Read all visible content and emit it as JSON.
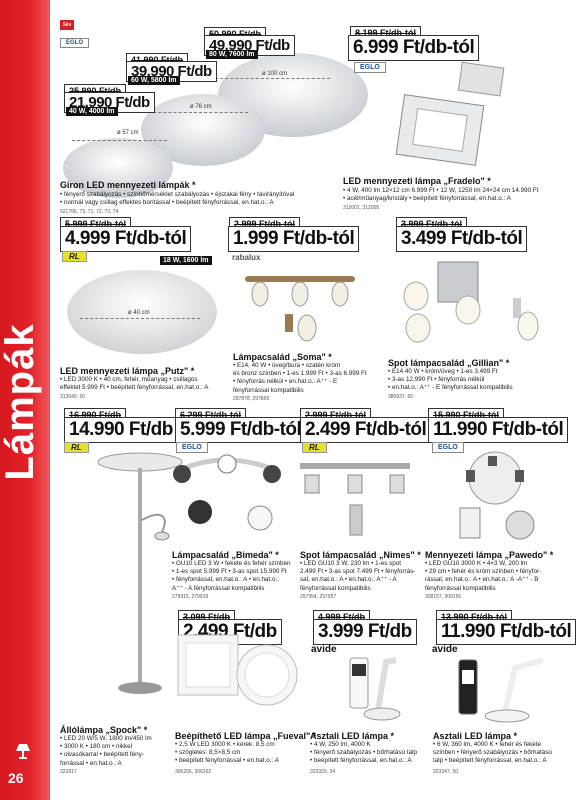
{
  "page": {
    "category": "Lámpák",
    "page_number": "26"
  },
  "badges": {
    "led_label": "5év"
  },
  "products": {
    "giron": {
      "title": "Giron LED mennyezeti lámpák *",
      "desc1": "• fényerő szabályozás • színhőmérséklet szabályozás • éjszakai fény • távirányítóval",
      "desc2": "• normál vagy csillag effektes borítással • beépített fényforrással, en.hat.o.: A",
      "code": "921766, 73, 71, 72, 73, 74",
      "brand": "EGLO",
      "variants": [
        {
          "old": "25.990 Ft/db",
          "new": "21.990 Ft/db",
          "spec": "40 W, 4000 lm",
          "dim": "ø 57 cm"
        },
        {
          "old": "41.990 Ft/db",
          "new": "39.990 Ft/db",
          "spec": "60 W, 5800 lm",
          "dim": "ø 76 cm"
        },
        {
          "old": "50.990 Ft/db",
          "new": "49.990 Ft/db",
          "spec": "80 W, 7600 lm",
          "dim": "ø 100 cm"
        }
      ]
    },
    "fradelo": {
      "old": "8.199 Ft/db-tól",
      "new": "6.999 Ft/db-tól",
      "brand": "EGLO",
      "title": "LED mennyezeti lámpa „Fradelo\" *",
      "desc1": "• 4 W, 400 lm 12×12 cm 6.999 Ft • 12 W, 1250 lm 24×24 cm 14.990 Ft",
      "desc2": "• acél/műanyag/kristály • beépített fényforrással, en.hat.o.: A",
      "code": "312001, 312005"
    },
    "putz": {
      "old": "5.999 Ft/db-tól",
      "new": "4.999 Ft/db-tól",
      "brand": "RL",
      "spec": "18 W, 1600 lm",
      "dim": "ø 40 cm",
      "title": "LED mennyezeti lámpa „Putz\" *",
      "desc1": "• LED 3000 K • 40 cm, fehér, műanyag • csillagos",
      "desc2": "effektel 5.999 Ft • beépített fényforrással, en.hat.o.: A",
      "code": "313049, 50"
    },
    "soma": {
      "old": "2.999 Ft/db-tól",
      "new": "1.999 Ft/db-tól",
      "brand": "rabalux",
      "title": "Lámpacsalád „Soma\" *",
      "desc1": "• E14, 40 W • üveg/bura • szatén króm",
      "desc2": "és bronz színben • 1-es 1.999 Ft • 3-as 6.999 Ft",
      "desc3": "• fényforrás nélkül • en.hat.o.: A⁺⁺ - E",
      "desc4": "fényforrással kompatibilis",
      "code": "297878, 297869"
    },
    "gillian": {
      "old": "3.999 Ft/db-tól",
      "new": "3.499 Ft/db-tól",
      "title": "Spot lámpacsalád „Gillian\" *",
      "desc1": "• E14 40 W • króm/üveg • 1-es 3.499 Ft",
      "desc2": "• 3-as 12.990 Ft • fényforrás nélkül",
      "desc3": "• en.hat.o.: A⁺⁺ - E fényforrással kompatibilis",
      "code": "380937, 65"
    },
    "spock": {
      "old": "16.990 Ft/db",
      "new": "14.990 Ft/db",
      "brand": "RL",
      "title": "Állólámpa „Spock\" *",
      "desc1": "• LED 20 W/5 W, 1800 lm/450 lm",
      "desc2": "• 3000 K • 180 cm • nikkel",
      "desc3": "• olvasókarral • beépített fény-",
      "desc4": "forrással • en.hat.o.: A",
      "code": "322817"
    },
    "bimeda": {
      "old": "6.299 Ft/db-tól",
      "new": "5.999 Ft/db-tól",
      "brand": "EGLO",
      "title": "Lámpacsalád „Bimeda\" *",
      "desc1": "• GU10 LED 3 W • fekete és fehér színben",
      "desc2": "• 1-es spot 5.999 Ft • 3-as spot 15.990 Ft",
      "desc3": "• fényforrással, en.hat.o.: A • en.hat.o.:",
      "desc4": "A⁺⁺ - A fényforrással kompatibilis",
      "code": "279915, 279918"
    },
    "nimes": {
      "old": "2.999 Ft/db-tól",
      "new": "2.499 Ft/db-tól",
      "brand": "RL",
      "title": "Spot lámpacsalád „Nimes\" *",
      "desc1": "• LED GU10 3 W, 230 lm • 1-es spot",
      "desc2": "2.499 Ft • 3-as spot 7.499 Ft • fényforrás-",
      "desc3": "sal, en.hat.o.: A • en.hat.o.: A⁺⁺ - A",
      "desc4": "fényforrással kompatibilis",
      "code": "297954, 297957"
    },
    "pawedo": {
      "old": "15.990 Ft/db-tól",
      "new": "11.990 Ft/db-tól",
      "brand": "EGLO",
      "title": "Mennyezeti lámpa „Pawedo\" *",
      "desc1": "• LED GU10 3000 K • 4×3 W, 200 lm",
      "desc2": "• 29 cm • fehér és króm színben • fényfor-",
      "desc3": "rással, en.hat.o.: A • en.hat.o.: A -A⁺⁺ - B",
      "desc4": "fényforrással kompatibilis",
      "code": "308157, 309156"
    },
    "fueval": {
      "old": "3.099 Ft/db",
      "new": "2.499 Ft/db",
      "title": "Beépíthető LED lámpa „Fueval\" *",
      "desc1": "• 2,5 W LED 3000 K • kerek: 8,5 cm",
      "desc2": "• szögletes: 8,5×8,5 cm",
      "desc3": "• beépített fényforrással • en.hat.o.: A",
      "code": "306256, 306262"
    },
    "asztali1": {
      "old": "4.999 Ft/db",
      "new": "3.999 Ft/db",
      "brand": "avide",
      "title": "Asztali LED lámpa *",
      "desc1": "• 4 W, 250 lm, 4000 K",
      "desc2": "• fényerő szabályozás • bőrhatású talp",
      "desc3": "• beépített fényforrással, en.hat.o.: A",
      "code": "323333, 34"
    },
    "asztali2": {
      "old": "13.990 Ft/db-tól",
      "new": "11.990 Ft/db-tól",
      "brand": "avide",
      "title": "Asztali LED lámpa *",
      "desc1": "• 6 W, 360 lm, 4000 K • fehér és fekete",
      "desc2": "színben • fényerő szabályozás • bőrhatású",
      "desc3": "talp • beépített fényforrással, en.hat.o.: A",
      "code": "323347, 50"
    }
  }
}
